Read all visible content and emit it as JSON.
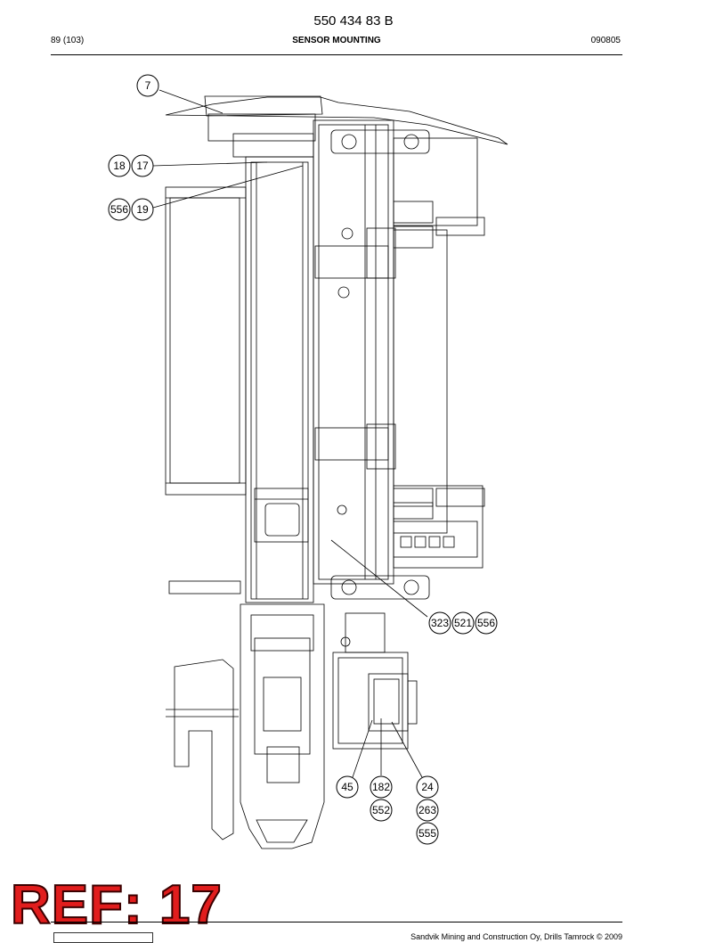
{
  "header": {
    "doc_number": "550 434 83 B",
    "page_count": "89 (103)",
    "title": "SENSOR MOUNTING",
    "date": "090805"
  },
  "callouts": {
    "c7": "7",
    "c18": "18",
    "c17": "17",
    "c556a": "556",
    "c19": "19",
    "c323": "323",
    "c521": "521",
    "c556b": "556",
    "c45": "45",
    "c182": "182",
    "c552": "552",
    "c24": "24",
    "c263": "263",
    "c555": "555"
  },
  "stamp": {
    "text": "REF: 17",
    "color": "#e11d1d"
  },
  "footer": {
    "copyright": "Sandvik Mining and Construction Oy, Drills Tamrock © 2009"
  }
}
